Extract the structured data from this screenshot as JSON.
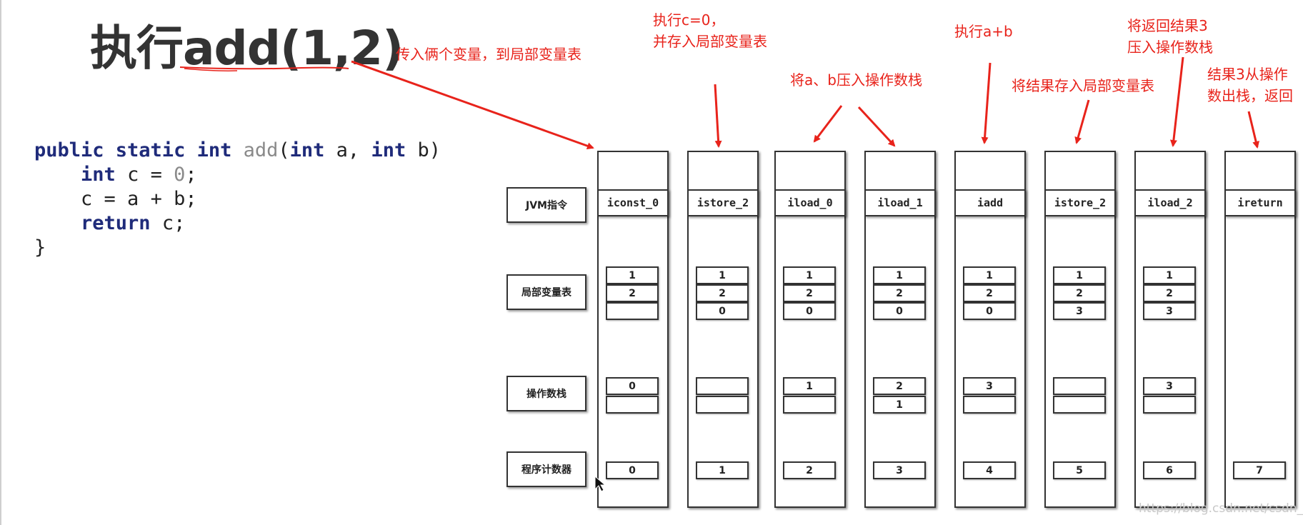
{
  "title": "执行add(1,2)",
  "code": {
    "line1": {
      "kw1": "public static int",
      "fn": " add",
      "p1": "(",
      "kw2": "int",
      "p2": " a, ",
      "kw3": "int",
      "p3": " b)"
    },
    "line2": {
      "kw": "int",
      "p1": " c = ",
      "num": "0",
      "p2": ";"
    },
    "line3": "c = a + b;",
    "line4": {
      "kw": "return",
      "p": " c;"
    },
    "line5": "}"
  },
  "annotations": {
    "a1": "传入俩个变量，到局部变量表",
    "a2_l1": "执行c=0，",
    "a2_l2": "并存入局部变量表",
    "a3": "将a、b压入操作数栈",
    "a4": "执行a+b",
    "a5": "将结果存入局部变量表",
    "a6_l1": "将返回结果3",
    "a6_l2": "压入操作数栈",
    "a7_l1": "结果3从操作",
    "a7_l2": "数出栈，返回"
  },
  "row_labels": {
    "instr": "JVM指令",
    "locals": "局部变量表",
    "stack": "操作数栈",
    "pc": "程序计数器"
  },
  "columns": [
    {
      "instr": "iconst_0",
      "locals": [
        "1",
        "2",
        ""
      ],
      "stack": [
        "0",
        ""
      ],
      "pc": "0"
    },
    {
      "instr": "istore_2",
      "locals": [
        "1",
        "2",
        "0"
      ],
      "stack": [
        "",
        ""
      ],
      "pc": "1"
    },
    {
      "instr": "iload_0",
      "locals": [
        "1",
        "2",
        "0"
      ],
      "stack": [
        "1",
        ""
      ],
      "pc": "2"
    },
    {
      "instr": "iload_1",
      "locals": [
        "1",
        "2",
        "0"
      ],
      "stack": [
        "2",
        "1"
      ],
      "pc": "3"
    },
    {
      "instr": "iadd",
      "locals": [
        "1",
        "2",
        "0"
      ],
      "stack": [
        "3",
        ""
      ],
      "pc": "4"
    },
    {
      "instr": "istore_2",
      "locals": [
        "1",
        "2",
        "3"
      ],
      "stack": [
        "",
        ""
      ],
      "pc": "5"
    },
    {
      "instr": "iload_2",
      "locals": [
        "1",
        "2",
        "3"
      ],
      "stack": [
        "3",
        ""
      ],
      "pc": "6"
    },
    {
      "instr": "ireturn",
      "locals": [],
      "stack": [],
      "pc": "7"
    }
  ],
  "watermark": "https://blog.csdn.net/csdn_lxy",
  "colors": {
    "annotation": "#e8231b",
    "keyword": "#1f2b7a",
    "border": "#333333"
  }
}
